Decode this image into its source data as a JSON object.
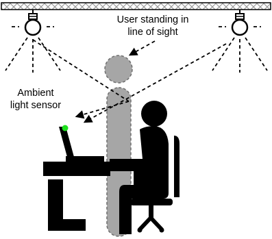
{
  "labels": {
    "user_line1": "User standing in",
    "user_line2": "line of sight",
    "sensor_line1": "Ambient",
    "sensor_line2": "light sensor"
  },
  "colors": {
    "ink": "#000000",
    "person_fill": "#a6a6a6",
    "person_outline": "#6f6f6f",
    "sensor_led": "#1ee01e",
    "background": "#ffffff"
  },
  "icons": [
    "ceiling-light-icon",
    "seated-person-icon",
    "laptop-icon",
    "desk-icon",
    "office-chair-icon"
  ]
}
